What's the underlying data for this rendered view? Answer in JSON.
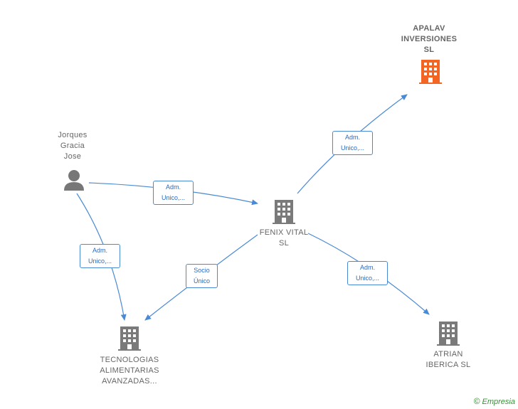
{
  "colors": {
    "edge": "#4a8ad4",
    "company": "#7a7a7a",
    "highlight": "#f26522",
    "person": "#777777"
  },
  "nodes": {
    "apalav": {
      "label": "APALAV\nINVERSIONES\nSL",
      "icon": "building-icon"
    },
    "jorques": {
      "label": "Jorques\nGracia\nJose",
      "icon": "person-icon"
    },
    "fenix": {
      "label": "FENIX VITAL\nSL",
      "icon": "building-icon"
    },
    "tecnologias": {
      "label": "TECNOLOGIAS\nALIMENTARIAS\nAVANZADAS...",
      "icon": "building-icon"
    },
    "atrian": {
      "label": "ATRIAN\nIBERICA  SL",
      "icon": "building-icon"
    }
  },
  "edges": {
    "fenix_apalav": "Adm.\nUnico,...",
    "jorques_fenix": "Adm.\nUnico,...",
    "jorques_tecnologias": "Adm.\nUnico,...",
    "fenix_tecnologias": "Socio\nÚnico",
    "fenix_atrian": "Adm.\nUnico,..."
  },
  "watermark": {
    "copyright": "©",
    "brand": "Empresia"
  }
}
